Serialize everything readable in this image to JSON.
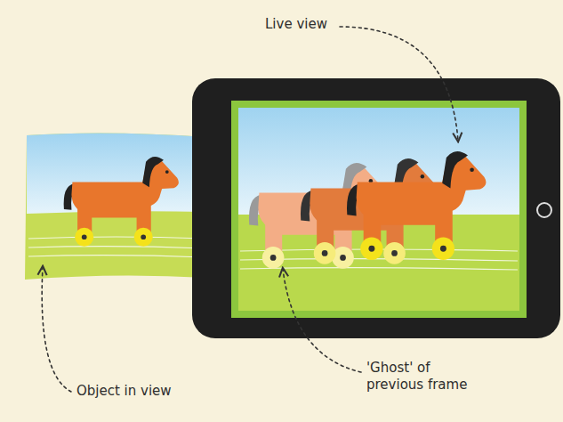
{
  "diagram": {
    "labels": [
      "Live view",
      "Object in view",
      "'Ghost' of previous frame"
    ]
  }
}
